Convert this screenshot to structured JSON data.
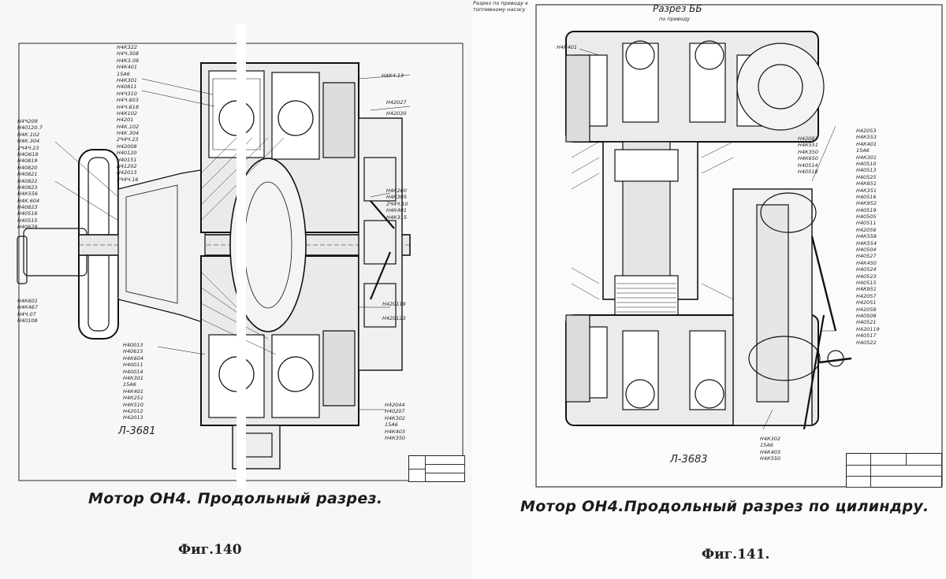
{
  "left_sheet": {
    "caption": "Мотор ОН4. Продольный разрез.",
    "figure": "Фиг.140",
    "sheet_code": "Л-3681",
    "parts_top": [
      "Н4К322",
      "Н4Ч.308",
      "Н4К3.08",
      "Н4К401",
      "15А6",
      "Н4К301",
      "Н40811",
      "Н4Ч310",
      "Н4Ч.603",
      "Н4Ч.618",
      "Н4К102",
      "Н4201",
      "Н4К.102",
      "Н4К.304",
      "2Ч4Ч.23",
      "Н42009",
      "Н40120",
      "Н40151",
      "Н41202",
      "Н42013",
      "2Ч4Ч.16"
    ],
    "parts_left": [
      "Н4Ч209",
      "Н40120.7",
      "Н4К.102",
      "Н4К.304",
      "2Ч4Ч.23",
      "Н4О618",
      "Н40819",
      "Н40820",
      "Н40821",
      "Н40822",
      "Н40823",
      "Н4К556",
      "Н4К.604",
      "Н40823",
      "Н40516",
      "Н40515",
      "Н40629"
    ],
    "parts_left_lower": [
      "Н4К601",
      "Н4К467",
      "Н4Ч.07",
      "Н40108"
    ],
    "parts_bottom": [
      "Н40013",
      "Н40615",
      "Н4К604",
      "Н40011",
      "Н40014",
      "Н4К301",
      "15А6",
      "Н4К401",
      "Н4К251",
      "Н4К510",
      "Н42012",
      "Н42013"
    ],
    "parts_right_top": [
      "Н4К4.13"
    ],
    "parts_right_mid1": [
      "Н42027"
    ],
    "parts_right_mid2": [
      "Н42030"
    ],
    "parts_right_mid3": [
      "Н4К260",
      "Н4К305",
      "2Ч4Ч.10",
      "Н4К401",
      "Н4К315"
    ],
    "parts_right_low1": [
      "Н420119"
    ],
    "parts_right_low2": [
      "Н420123"
    ],
    "parts_right_bottom": [
      "Н42044",
      "Н40207",
      "Н4К302",
      "15А6",
      "Н4К403",
      "Н4К350"
    ]
  },
  "right_sheet": {
    "caption": "Мотор ОН4.Продольный разрез по цилиндру.",
    "figure": "Фиг.141.",
    "sheet_code": "Л-3683",
    "section_title": "Разрез ББ",
    "section_note": "по приводу",
    "parts_top_left": [
      "Н4К401"
    ],
    "parts_mid": [
      "Н42083",
      "Н4К551",
      "Н4К350",
      "Н4К650",
      "Н40514",
      "Н40518"
    ],
    "drive_note": "Разрез по приводу к топливному насосу",
    "parts_right": [
      "Н42053",
      "Н4К553",
      "Н4К401",
      "15А6",
      "Н4К301",
      "Н40510",
      "Н40513",
      "Н40525",
      "Н4К651",
      "Н4К351",
      "Н40516",
      "Н4К952",
      "Н40519",
      "Н40505",
      "Н40511",
      "Н42056",
      "Н4К558",
      "Н4К554",
      "Н40504",
      "Н40527",
      "Н4К450",
      "Н40524",
      "Н40523",
      "Н40515",
      "Н4К951",
      "Н42057",
      "Н42051",
      "Н42058",
      "Н40509",
      "Н40521",
      "Н420119",
      "Н40517",
      "Н40522"
    ],
    "parts_bottom": [
      "Н4К302",
      "15А6",
      "Н4К403",
      "Н4К550"
    ]
  }
}
